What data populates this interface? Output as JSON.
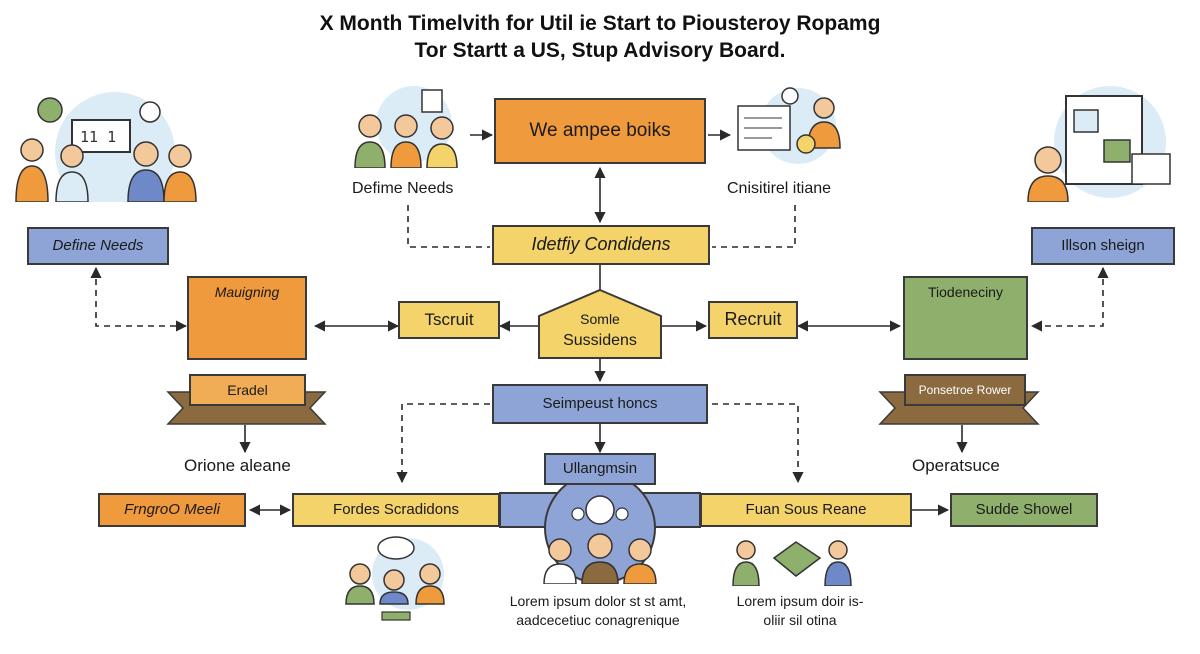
{
  "title": {
    "line1": "X Month Timelvith for Util ie Start to Piousteroy Ropamg",
    "line2": "Tor Startt a US, Stup Advisory Board."
  },
  "top": {
    "left_label": "Defime Needs",
    "center_box": "We ampee boiks",
    "right_label": "Cnisitirel itiane"
  },
  "boxes": {
    "define_needs": "Define Needs",
    "identify": "Idetfiy Condidens",
    "illson": "Illson sheign",
    "mauigning": "Mauigning",
    "tscruit": "Tscruit",
    "center_pentagon_1": "Somle",
    "center_pentagon_2": "Sussidens",
    "recruit": "Recruit",
    "tiodenecing": "Tiodeneciny",
    "eradel": "Eradel",
    "semipeust": "Seimpeust honcs",
    "ponsetroe": "Ponsetroe Rower",
    "orione": "Orione aleane",
    "operatsuce": "Operatsuce",
    "ullangmsin": "Ullangmsin",
    "frngroo": "FrngroO Meeli",
    "fordes": "Fordes Scradidons",
    "fuan": "Fuan Sous Reane",
    "sudde": "Sudde Showel"
  },
  "captions": {
    "left_1": "Lorem ipsum dolor st st amt,",
    "left_2": "aadcecetiuc conagrenique",
    "right_1": "Lorem ipsum doir is-",
    "right_2": "oliir sil otina"
  },
  "colors": {
    "orange": "#ef9a3c",
    "yellow": "#f3d36a",
    "blue": "#8fa4d6",
    "green": "#8fb06d",
    "brown": "#8a6a3e",
    "bubble": "#dcecf7"
  }
}
